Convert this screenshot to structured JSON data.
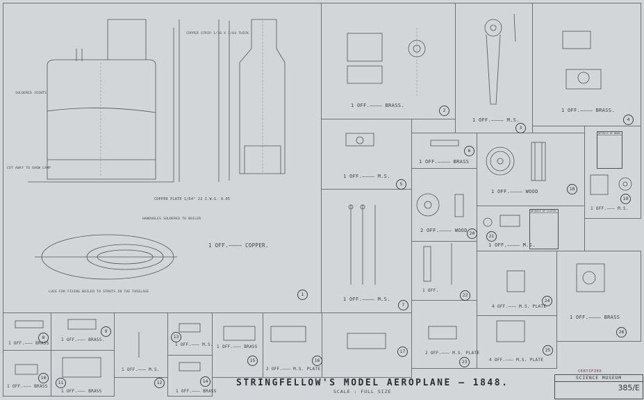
{
  "sheet": {
    "title": "STRINGFELLOW'S   MODEL   AEROPLANE — 1848.",
    "subtitle": "SCALE : FULL SIZE",
    "stamp_title": "SCIENCE MUSEUM",
    "stamp_number": "385/E",
    "stamp_mark": "CERTIFIED"
  },
  "main_drawing": {
    "part_number": "1",
    "label": "1 OFF.———— COPPER.",
    "note_copper_plate": "COPPER PLATE 1/64\" 22 I.W.G. 0.05",
    "note_soldered": "SOLDERED JOINTS",
    "note_cut_away": "CUT AWAY TO SHOW LAMP",
    "note_lugs": "LUGS FOR FIXING BOILER TO STRUTS IN THE FUSELAGE",
    "note_handholes": "HANDHOLES SOLDERED TO BOILER",
    "note_copper_strip": "COPPER STRIP 1/16 X 1/64 THICK"
  },
  "panels": [
    {
      "id": "2",
      "label": "1 OFF.———— BRASS."
    },
    {
      "id": "3",
      "label": "1 OFF.———— M.S."
    },
    {
      "id": "4",
      "label": "1 OFF.———— BRASS."
    },
    {
      "id": "5",
      "label": "1 OFF.———— M.S."
    },
    {
      "id": "6",
      "label": "1 OFF.———— BRASS"
    },
    {
      "id": "7",
      "label": "1 OFF.———— M.S."
    },
    {
      "id": "8",
      "label": "1 OFF.——— BRASS"
    },
    {
      "id": "9",
      "label": "1 OFF.——— BRASS."
    },
    {
      "id": "10",
      "label": "1 OFF.——— BRASS"
    },
    {
      "id": "11",
      "label": "1 OFF.——— BRASS"
    },
    {
      "id": "12",
      "label": "1 OFF.——— M.S."
    },
    {
      "id": "13",
      "label": "1 OFF.——— M.S."
    },
    {
      "id": "14",
      "label": "1 OFF.——— BRASS"
    },
    {
      "id": "15",
      "label": "1 OFF.——— BRASS"
    },
    {
      "id": "16",
      "label": "2 OFF.——— M.S. PLATE"
    },
    {
      "id": "17",
      "label": ""
    },
    {
      "id": "18",
      "label": "1 OFF.———— WOOD"
    },
    {
      "id": "19",
      "label": "1 OFF.——— M.S."
    },
    {
      "id": "20",
      "label": "2 OFF.———— WOOD"
    },
    {
      "id": "21",
      "label": "1 OFF.———— M.S."
    },
    {
      "id": "22",
      "label": "1 OFF."
    },
    {
      "id": "23",
      "label": "2 OFF.——— M.S. PLATE"
    },
    {
      "id": "24",
      "label": "4 OFF.——— M.S. PLATE"
    },
    {
      "id": "25",
      "label": "4 OFF.——— M.S. PLATE"
    },
    {
      "id": "26",
      "label": "1 OFF.———— BRASS"
    }
  ],
  "tables": {
    "wood_table_title": "DETAILS OF WOOD",
    "ms_table_title": "DETAILS OF CLUTCH"
  }
}
